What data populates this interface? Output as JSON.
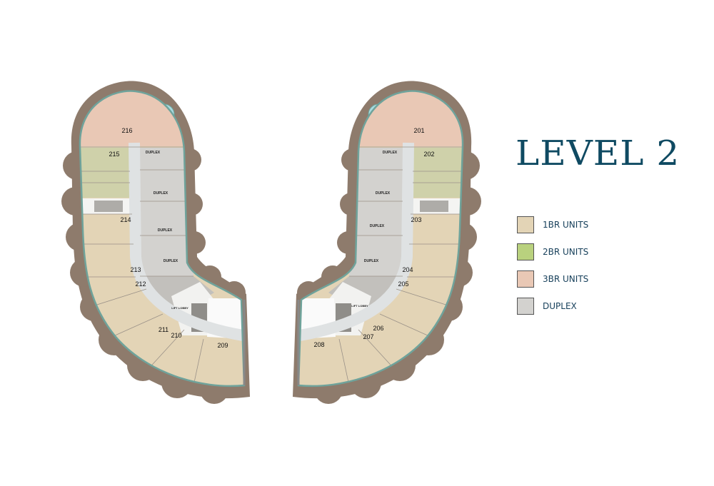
{
  "title": "LEVEL 2",
  "legend": [
    {
      "label": "1BR UNITS",
      "color": "#e3d4b6"
    },
    {
      "label": "2BR UNITS",
      "color": "#b9d17e"
    },
    {
      "label": "3BR UNITS",
      "color": "#e9c8b5"
    },
    {
      "label": "DUPLEX",
      "color": "#d3d2cf"
    }
  ],
  "left_wing": {
    "units": [
      "216",
      "215",
      "214",
      "213",
      "212",
      "211",
      "210",
      "209"
    ],
    "duplex_label": "DUPLEX",
    "lobby_label": "LIFT LOBBY"
  },
  "right_wing": {
    "units": [
      "201",
      "202",
      "203",
      "204",
      "205",
      "206",
      "207",
      "208"
    ],
    "duplex_label": "DUPLEX",
    "lobby_label": "LIFT LOBBY"
  }
}
